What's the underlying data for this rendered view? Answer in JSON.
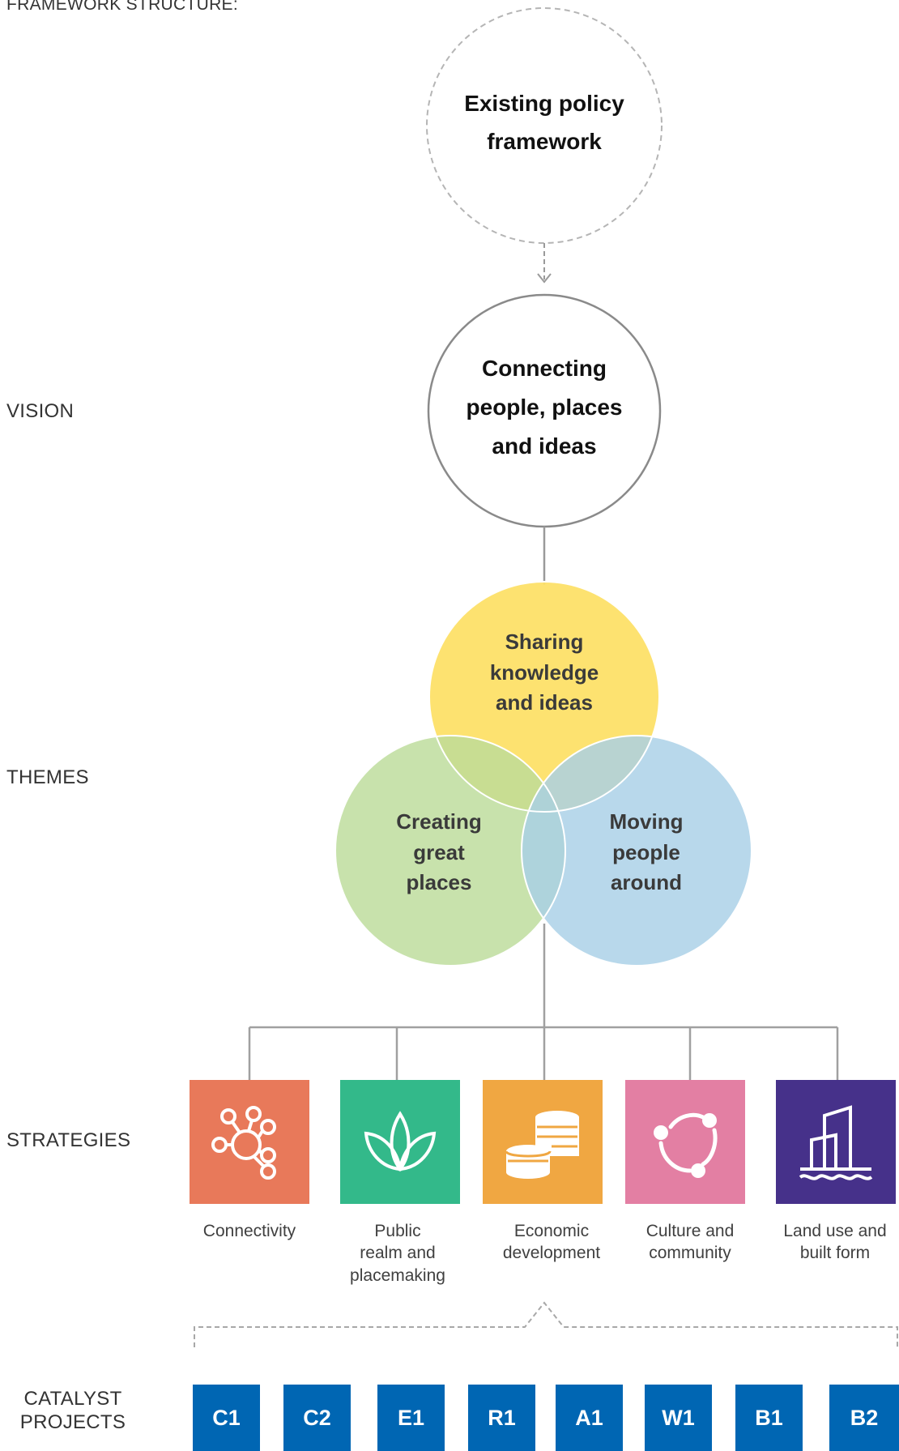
{
  "header": {
    "title": "FRAMEWORK STRUCTURE:"
  },
  "rows": {
    "vision": "VISION",
    "themes": "THEMES",
    "strategies": "STRATEGIES",
    "catalyst_line1": "CATALYST",
    "catalyst_line2": "PROJECTS"
  },
  "policy": {
    "line1": "Existing policy",
    "line2": "framework"
  },
  "vision": {
    "line1": "Connecting",
    "line2": "people, places",
    "line3": "and ideas"
  },
  "themes": [
    {
      "line1": "Sharing",
      "line2": "knowledge",
      "line3": "and ideas",
      "color": "#fde068"
    },
    {
      "line1": "Creating",
      "line2": "great",
      "line3": "places",
      "color": "#bcdc9a"
    },
    {
      "line1": "Moving",
      "line2": "people",
      "line3": "around",
      "color": "#a8d0e6"
    }
  ],
  "strategies": [
    {
      "line1": "Connectivity",
      "line2": "",
      "line3": "",
      "icon": "network-icon",
      "color": "#e8795a"
    },
    {
      "line1": "Public",
      "line2": "realm and",
      "line3": "placemaking",
      "icon": "leaf-icon",
      "color": "#33b98a"
    },
    {
      "line1": "Economic",
      "line2": "development",
      "line3": "",
      "icon": "coins-icon",
      "color": "#f0a742"
    },
    {
      "line1": "Culture and",
      "line2": "community",
      "line3": "",
      "icon": "community-icon",
      "color": "#e37fa3"
    },
    {
      "line1": "Land use and",
      "line2": "built form",
      "line3": "",
      "icon": "building-icon",
      "color": "#46318a"
    }
  ],
  "projects": [
    "C1",
    "C2",
    "E1",
    "R1",
    "A1",
    "W1",
    "B1",
    "B2"
  ],
  "colors": {
    "project_blue": "#0066b3",
    "line_grey": "#999999"
  }
}
